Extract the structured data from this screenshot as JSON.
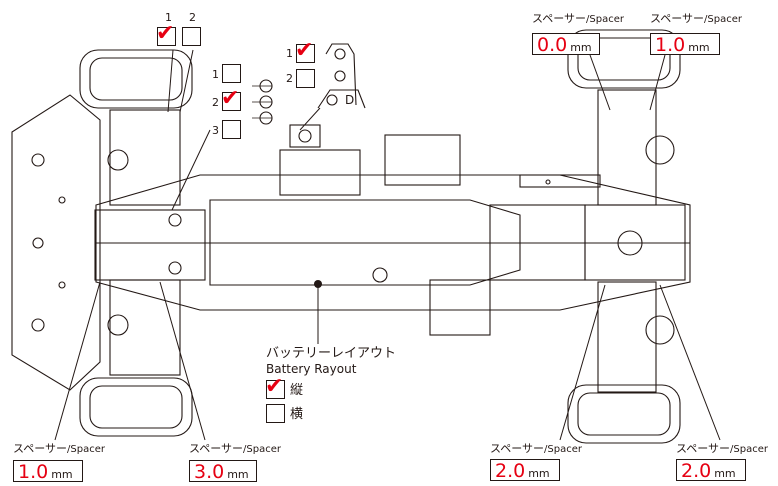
{
  "spacers": [
    {
      "id": "front-left-bottom",
      "label_jp": "スペーサー",
      "label_en": "/Spacer",
      "value": "1.0",
      "unit": "mm"
    },
    {
      "id": "front-right-bottom",
      "label_jp": "スペーサー",
      "label_en": "/Spacer",
      "value": "3.0",
      "unit": "mm"
    },
    {
      "id": "rear-top-left",
      "label_jp": "スペーサー",
      "label_en": "/Spacer",
      "value": "0.0",
      "unit": "mm"
    },
    {
      "id": "rear-top-right",
      "label_jp": "スペーサー",
      "label_en": "/Spacer",
      "value": "1.0",
      "unit": "mm"
    },
    {
      "id": "rear-bottom-left",
      "label_jp": "スペーサー",
      "label_en": "/Spacer",
      "value": "2.0",
      "unit": "mm"
    },
    {
      "id": "rear-bottom-right",
      "label_jp": "スペーサー",
      "label_en": "/Spacer",
      "value": "2.0",
      "unit": "mm"
    }
  ],
  "front_mount": {
    "options": [
      {
        "number": "1",
        "checked": true
      },
      {
        "number": "2",
        "checked": false
      }
    ]
  },
  "servo_saver_holes": {
    "options": [
      {
        "number": "1",
        "checked": false
      },
      {
        "number": "2",
        "checked": true
      },
      {
        "number": "3",
        "checked": false
      }
    ]
  },
  "servo_mount": {
    "options": [
      {
        "number": "1",
        "checked": true
      },
      {
        "number": "2",
        "checked": false
      }
    ],
    "marker": "D"
  },
  "battery": {
    "title_jp": "バッテリーレイアウト",
    "title_en": "Battery Rayout",
    "options": [
      {
        "label": "縦",
        "checked": true
      },
      {
        "label": "横",
        "checked": false
      }
    ]
  },
  "colors": {
    "accent": "#e60012",
    "line": "#231815",
    "background": "#ffffff"
  }
}
